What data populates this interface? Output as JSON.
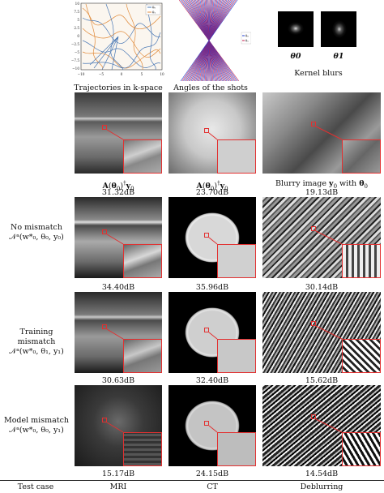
{
  "top": {
    "traj_caption": "Trajectories in k-space",
    "traj_legend": [
      "θ₀",
      "θ₁"
    ],
    "traj_y_ticks": [
      "10",
      "7.5",
      "5",
      "2.5",
      "0",
      "−2.5",
      "−5",
      "−7.5",
      "−10"
    ],
    "traj_x_ticks": [
      "−10",
      "−5",
      "0",
      "5",
      "10"
    ],
    "angles_caption": "Angles of the shots",
    "angles_legend": [
      "θ₀",
      "θ₁"
    ],
    "kernel_caption": "Kernel blurs",
    "kernel_labels": [
      "θ0",
      "θ1"
    ]
  },
  "row0": {
    "mri_caption": "A(θ0)†y0",
    "mri_db": "31.32dB",
    "ct_caption": "A(θ0)†y0",
    "ct_db": "23.70dB",
    "blur_caption": "Blurry image y0 with θ0",
    "blur_db": "19.13dB"
  },
  "row1": {
    "label_line1": "No mismatch",
    "label_line2": "𝒩ᵃ(w*₀, θ₀, y₀)",
    "mri_db": "34.40dB",
    "ct_db": "35.96dB",
    "blur_db": "30.14dB"
  },
  "row2": {
    "label_line1": "Training mismatch",
    "label_line2": "𝒩ᵃ(w*₀, θ₁, y₁)",
    "mri_db": "30.63dB",
    "ct_db": "32.40dB",
    "blur_db": "15.62dB"
  },
  "row3": {
    "label_line1": "Model mismatch",
    "label_line2": "𝒩ᵃ(w*₀, θ₀, y₁)",
    "mri_db": "15.17dB",
    "ct_db": "24.15dB",
    "blur_db": "14.54dB"
  },
  "footer": {
    "col0": "Test case",
    "col1": "MRI",
    "col2": "CT",
    "col3": "Deblurring"
  },
  "colors": {
    "inset_border": "#e23030",
    "theta0": "#1f3fd0",
    "theta1": "#c41a4a"
  }
}
